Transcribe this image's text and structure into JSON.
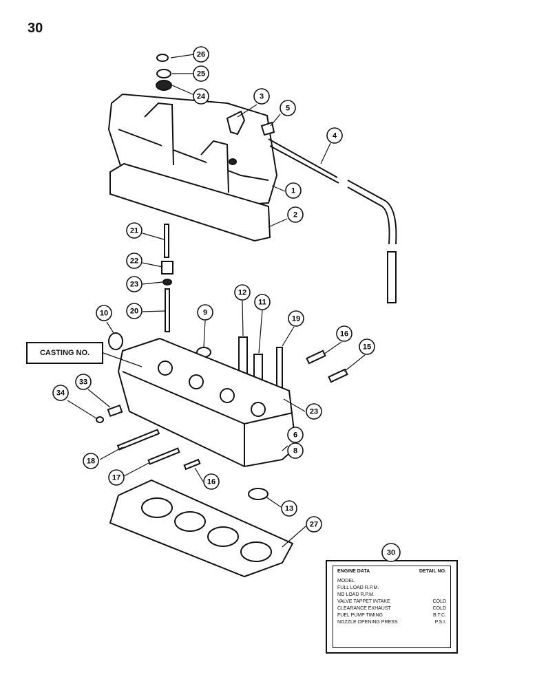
{
  "page_number": "30",
  "casting_label": "CASTING NO.",
  "engine_plate": {
    "title": "ENGINE DATA",
    "model_label": "DETAIL NO.",
    "rows": [
      {
        "label": "MODEL",
        "unit": ""
      },
      {
        "label": "FULL LOAD R.P.M.",
        "unit": ""
      },
      {
        "label": "NO LOAD R.P.M.",
        "unit": ""
      },
      {
        "label": "VALVE TAPPET INTAKE",
        "unit": "COLD"
      },
      {
        "label": "CLEARANCE EXHAUST",
        "unit": "COLD"
      },
      {
        "label": "FUEL PUMP TIMING",
        "unit": "B.T.C."
      },
      {
        "label": "NOZZLE OPENING PRESS",
        "unit": "P.S.I."
      }
    ]
  },
  "callouts": [
    {
      "id": "26",
      "label": "26"
    },
    {
      "id": "25",
      "label": "25"
    },
    {
      "id": "24",
      "label": "24"
    },
    {
      "id": "3",
      "label": "3"
    },
    {
      "id": "5",
      "label": "5"
    },
    {
      "id": "4",
      "label": "4"
    },
    {
      "id": "1",
      "label": "1"
    },
    {
      "id": "2",
      "label": "2"
    },
    {
      "id": "21",
      "label": "21"
    },
    {
      "id": "22",
      "label": "22"
    },
    {
      "id": "23a",
      "label": "23"
    },
    {
      "id": "20",
      "label": "20"
    },
    {
      "id": "12",
      "label": "12"
    },
    {
      "id": "11",
      "label": "11"
    },
    {
      "id": "9",
      "label": "9"
    },
    {
      "id": "10",
      "label": "10"
    },
    {
      "id": "19",
      "label": "19"
    },
    {
      "id": "16a",
      "label": "16"
    },
    {
      "id": "15",
      "label": "15"
    },
    {
      "id": "33",
      "label": "33"
    },
    {
      "id": "34",
      "label": "34"
    },
    {
      "id": "23b",
      "label": "23"
    },
    {
      "id": "6",
      "label": "6"
    },
    {
      "id": "8",
      "label": "8"
    },
    {
      "id": "18",
      "label": "18"
    },
    {
      "id": "17",
      "label": "17"
    },
    {
      "id": "16b",
      "label": "16"
    },
    {
      "id": "13",
      "label": "13"
    },
    {
      "id": "27",
      "label": "27"
    },
    {
      "id": "30",
      "label": "30"
    }
  ]
}
